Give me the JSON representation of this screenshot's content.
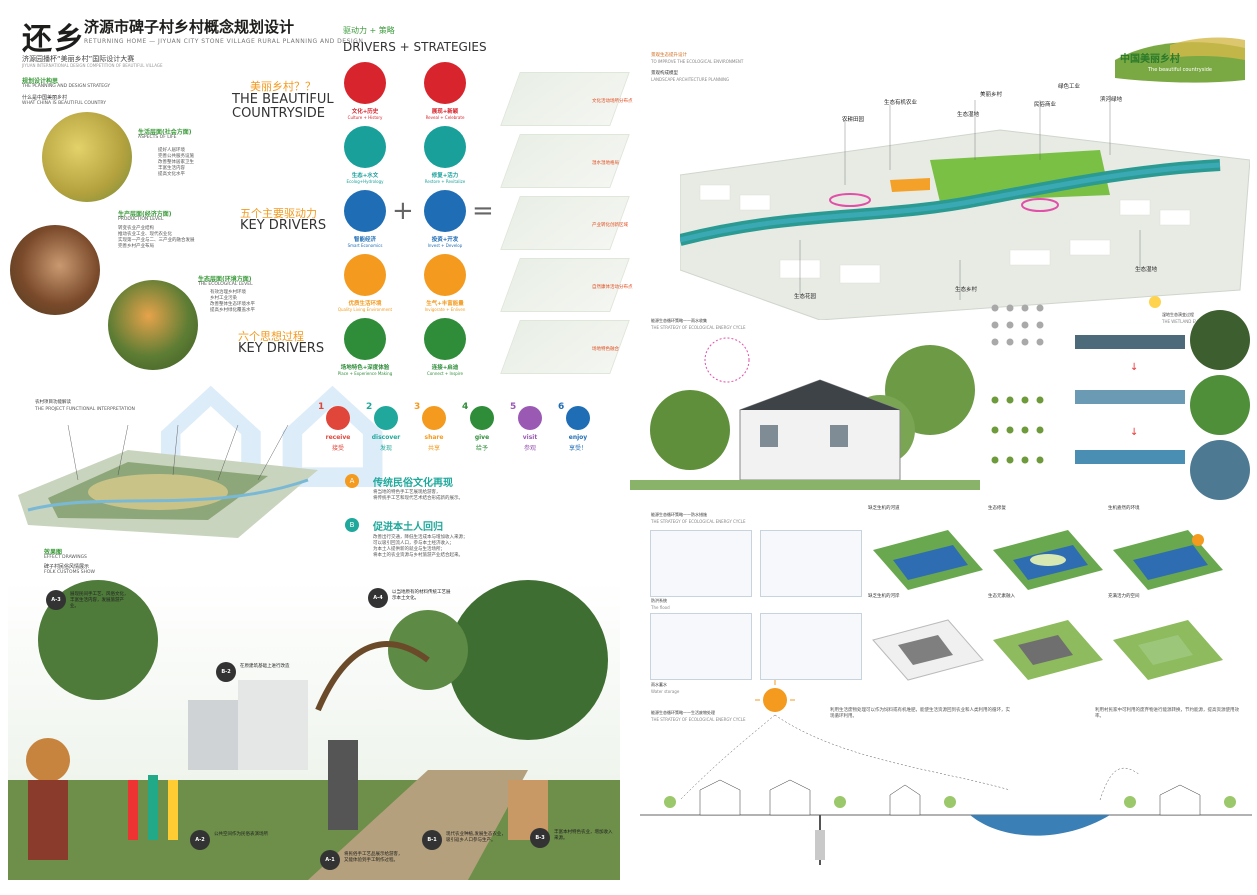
{
  "header": {
    "logo": "还乡",
    "title_cn": "济源市碑子村乡村概念规划设计",
    "title_en": "RETURNING HOME — JIYUAN CITY STONE VILLAGE RURAL PLANNING AND DESIGN",
    "subtitle_cn": "济源园播杯“美丽乡村”国际设计大赛",
    "subtitle_en": "JIYUAN INTERNATIONAL DESIGN COMPETITION OF BEAUTIFUL VILLAGE"
  },
  "left": {
    "section1_cn": "规划设计构思",
    "section1_en": "THE PLANNING AND DESIGN STRATEGY",
    "what_cn": "什么是中国美丽乡村",
    "what_en": "WHAT CHINA IS BEAUTIFUL COUNTRY",
    "question_cn": "美丽乡村？？",
    "question_en1": "THE BEAUTIFUL",
    "question_en2": "COUNTRYSIDE",
    "life_title": "生活层面(社会方面)",
    "life_en": "ASPECTS OF LIFE",
    "life_text": "提好人居环境\n完善公共服务设施\n改善整体居家卫生\n丰富生活内容\n提高文化水平",
    "prod_title": "生产层面(经济方面)",
    "prod_en": "PRODUCTION LEVEL",
    "prod_text": "转变农业产业结构\n推动农业工业、现代农业化\n实现第一产业与二、三产业的融合发展\n完善乡村产业布局",
    "drivers5_cn": "五个主要驱动力",
    "drivers5_en": "KEY DRIVERS",
    "eco_title": "生态层面(环境方面)",
    "eco_en": "THE ECOLOGICAL LEVEL",
    "eco_text": "有效治理乡村环境\n乡村工业污染\n改善整体生态环境水平\n提高乡村绿化覆盖水平",
    "process6_cn": "六个思想过程",
    "process6_en": "KEY DRIVERS"
  },
  "drivers": {
    "title_cn": "驱动力 + 策略",
    "title_en": "DRIVERS + STRATEGIES",
    "items": [
      {
        "cn": "文化+历史",
        "en": "Culture + History",
        "color": "#d8242c"
      },
      {
        "cn": "展现+新颖",
        "en": "Reveal + Celebrate",
        "color": "#d8242c"
      },
      {
        "cn": "生态+水文",
        "en": "Ecolog+Hydrology",
        "color": "#19a09a"
      },
      {
        "cn": "修复+活力",
        "en": "Restore + Revitalize",
        "color": "#19a09a"
      },
      {
        "cn": "智能经济",
        "en": "Smart Economics",
        "color": "#1f6db5"
      },
      {
        "cn": "投资+开发",
        "en": "Invest + Develop",
        "color": "#1f6db5"
      },
      {
        "cn": "优质生活环境",
        "en": "Quality Living Environment",
        "color": "#f39a1f"
      },
      {
        "cn": "生气+丰富能量",
        "en": "Invigorate + Enliven",
        "color": "#f39a1f"
      },
      {
        "cn": "场地特色+深度体验",
        "en": "Place + Experience Making",
        "color": "#2f8d3a"
      },
      {
        "cn": "连接+启迪",
        "en": "Connect + Inspire",
        "color": "#2f8d3a"
      }
    ],
    "plus": "+",
    "equals": "="
  },
  "steps": [
    {
      "num": "1",
      "en": "receive",
      "cn": "接受",
      "color": "#e0463a"
    },
    {
      "num": "2",
      "en": "discover",
      "cn": "发现",
      "color": "#1fa89b"
    },
    {
      "num": "3",
      "en": "share",
      "cn": "共享",
      "color": "#f39a1f"
    },
    {
      "num": "4",
      "en": "give",
      "cn": "给予",
      "color": "#2f8d3a"
    },
    {
      "num": "5",
      "en": "visit",
      "cn": "参观",
      "color": "#9a5ab4"
    },
    {
      "num": "6",
      "en": "enjoy",
      "cn": "享受！",
      "color": "#1f6db5"
    }
  ],
  "points": {
    "a_label": "A",
    "a_title": "传统民俗文化再现",
    "a_text": "将当地的特色手工艺展现给游客，\n将传统手工艺和现代艺术结合形成新的展示。",
    "b_label": "B",
    "b_title": "促进本土人回归",
    "b_text": "改善出行交通，降低生活成本与增加收入来源；\n可以吸引回流人口，参与本土经济收入；\n为本土人提供新的就业与生活场所；\n将本土的农业资源与乡村旅游产业结合起来。"
  },
  "plan": {
    "interp_cn": "农村项目功能解读",
    "interp_en": "THE PROJECT FUNCTIONAL INTERPRETATION",
    "effect_cn": "效果图",
    "effect_en": "EFFECT DRAWINGS",
    "show_cn": "碑子村民俗风情展示",
    "show_en": "FOLK CUSTOMS SHOW"
  },
  "effect_markers": [
    {
      "id": "A-3",
      "note": "展现民间手工艺、风俗文化，丰富生活内容，发展旅游产业。"
    },
    {
      "id": "A-4",
      "note": "以当地原有的材料传统工艺展示本土文化。"
    },
    {
      "id": "B-2",
      "note": "在原建筑基础上进行改造"
    },
    {
      "id": "A-2",
      "note": "公共空间作为民俗表演场所"
    },
    {
      "id": "A-1",
      "note": "将民俗手工艺品展示给游客，又能体验到手工制作过程。"
    },
    {
      "id": "B-1",
      "note": "现代农业种植,发展生态农业，吸引返乡人口参与生产。"
    },
    {
      "id": "B-3",
      "note": "丰富本村特色农业，增加收入来源。"
    }
  ],
  "right": {
    "improve_cn": "景观生态提升设计",
    "improve_en": "TO IMPROVE THE ECOLOGICAL ENVIRONMENT",
    "model_cn": "景观构成模型",
    "model_en": "LANDSCAPE ARCHITECTURE PLANNING",
    "layer_labels": [
      "文化活动场所分布点",
      "湿水湿地格局",
      "产业转化创新区域",
      "自然康体活动分布点",
      "场地特色融合"
    ],
    "banner_cn": "中国美丽乡村",
    "banner_en": "The beautiful countryside",
    "map_labels": [
      "农耕田园",
      "生态有机农业",
      "生态湿地",
      "美丽乡村",
      "民俗商业",
      "绿色工业",
      "滨河绿地",
      "生态花园",
      "生态乡村",
      "生态湿地"
    ],
    "energy_cn": "能源生态循环策略——雨水收集",
    "energy_en": "THE STRATEGY OF ECOLOGICAL ENERGY CYCLE",
    "wetland_cn": "湿地生态演变过程",
    "wetland_en": "THE WETLAND EVOLUTION PROCESS",
    "flood_cn": "能源生态循环策略——防水措施",
    "flood_en": "THE STRATEGY OF ECOLOGICAL ENERGY CYCLE",
    "flood_item": "防洪系统",
    "flood_item_en": "The flood",
    "storage_item": "雨水蓄水",
    "storage_item_en": "Water storage",
    "life_cycle_cn": "能源生态循环策略——生活废物处理",
    "life_cycle_en": "THE STRATEGY OF ECOLOGICAL ENERGY CYCLE",
    "river_labels": [
      "缺乏生机的河道",
      "生态修复",
      "生机盎然的环境",
      "缺乏生机的河岸",
      "生态元素融入",
      "充满活力的空间"
    ],
    "bottom_note1": "利用生活废物处理可以作为饲料或有机堆肥，能使生活资源回到农业和人类利用的循环，实现循环利用。",
    "bottom_note2": "利用村民家中可利用的废弃物进行能源转换，节约能源，提高资源使用效率。"
  }
}
